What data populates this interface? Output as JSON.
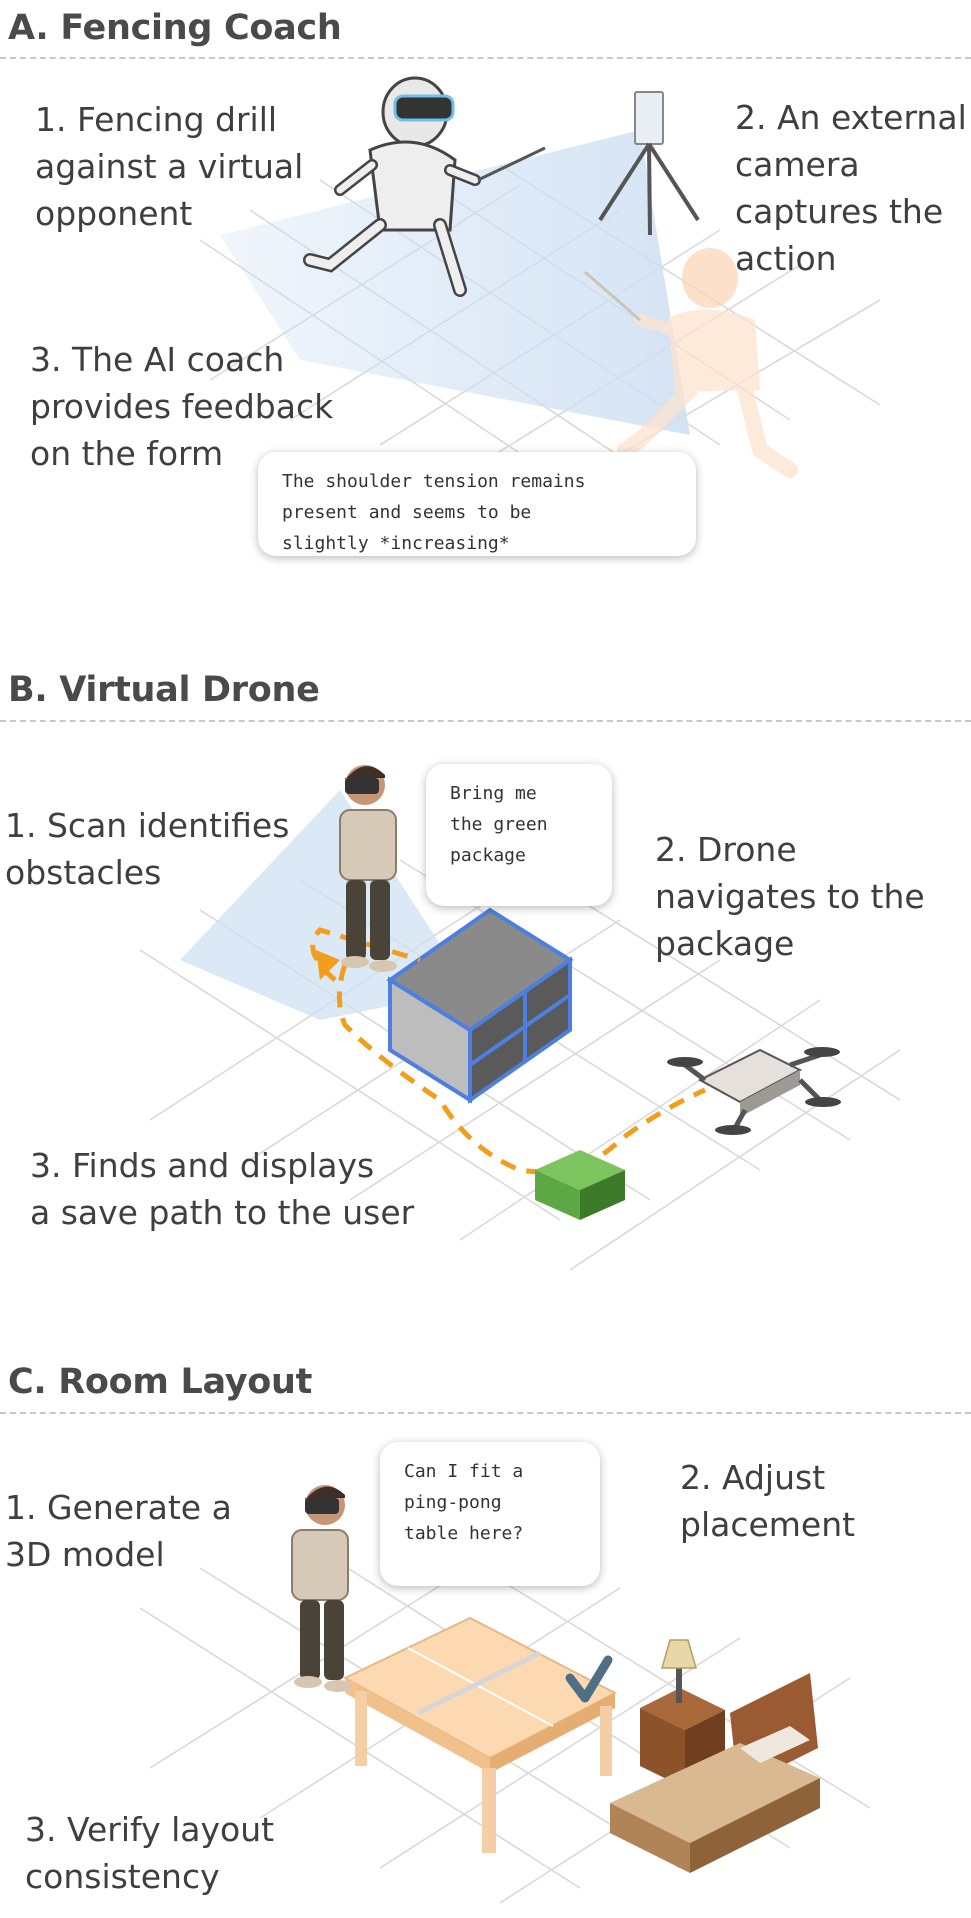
{
  "sections": {
    "fencing": {
      "title": "A. Fencing Coach",
      "step1": "1. Fencing drill\nagainst a virtual\nopponent",
      "step2": "2. An external\ncamera\ncaptures the\naction",
      "step3": "3. The AI coach\nprovides feedback\non the form",
      "bubble": "The shoulder tension remains\npresent and seems to be\nslightly *increasing*"
    },
    "drone": {
      "title": "B. Virtual Drone",
      "step1": "1. Scan identifies\nobstacles",
      "step2": "2. Drone\nnavigates to the\npackage",
      "step3": "3. Finds and displays\na save path to the user",
      "bubble": "Bring me\nthe green\npackage"
    },
    "room": {
      "title": "C. Room Layout",
      "step1": "1. Generate a\n3D model",
      "step2": "2. Adjust\nplacement",
      "step3": "3. Verify layout\nconsistency",
      "bubble": "Can I fit a\nping-pong\ntable here?"
    }
  },
  "colors": {
    "grid": "#d9d9d9",
    "path": "#f29d1b",
    "obstacle_outline": "#4d7fe0",
    "package": "#5da844",
    "scan": "#cfe0f3"
  }
}
